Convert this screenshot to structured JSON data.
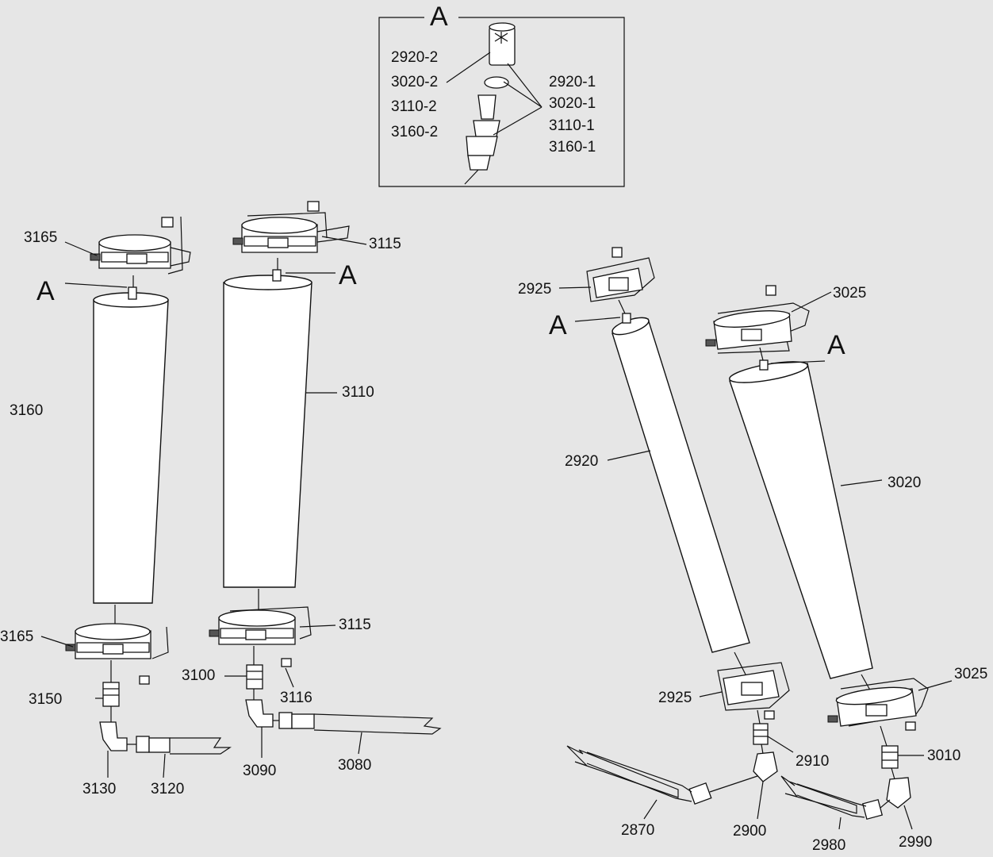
{
  "detail_box": {
    "title": "A",
    "left_labels": [
      "2920-2",
      "3020-2",
      "3110-2",
      "3160-2"
    ],
    "right_labels": [
      "2920-1",
      "3020-1",
      "3110-1",
      "3160-1"
    ]
  },
  "callouts": {
    "a_markers": [
      "A",
      "A",
      "A",
      "A"
    ],
    "l3165_top": "3165",
    "l3115_top": "3115",
    "l3160": "3160",
    "l3110": "3110",
    "l3165_bot": "3165",
    "l3115_bot": "3115",
    "l3100": "3100",
    "l3150": "3150",
    "l3116": "3116",
    "l3130": "3130",
    "l3120": "3120",
    "l3090": "3090",
    "l3080": "3080",
    "l2925_top": "2925",
    "l3025_top": "3025",
    "l2920": "2920",
    "l3020": "3020",
    "l2925_bot": "2925",
    "l3025_bot": "3025",
    "l2910": "2910",
    "l3010": "3010",
    "l2870": "2870",
    "l2900": "2900",
    "l2980": "2980",
    "l2990": "2990"
  }
}
